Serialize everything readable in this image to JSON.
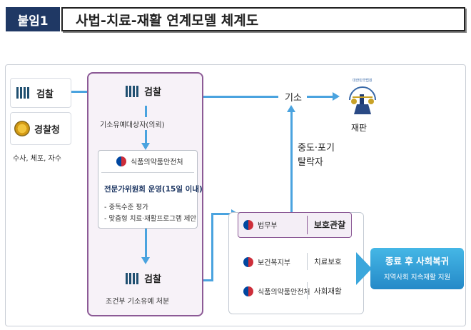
{
  "header": {
    "tag": "붙임1",
    "title": "사법-치료-재활 연계모델 체계도"
  },
  "left": {
    "prosecution": "검찰",
    "police": "경찰청",
    "actions": "수사, 체포, 자수"
  },
  "center": {
    "prosecution_top": "검찰",
    "referral": "기소유예대상자(의뢰)",
    "mfds": "식품의약품안전처",
    "committee": "전문가위원회 운영(15일 이내)",
    "bullets": [
      "- 중독수준 평가",
      "- 맞춤형 치료·재활프로그램 제안"
    ],
    "prosecution_bottom": "검찰",
    "disposition": "조건부 기소유예 처분"
  },
  "top_right": {
    "indictment": "기소",
    "trial": "재판",
    "court_emblem_text": "대한민국법원"
  },
  "dropout": {
    "line1": "중도·포기",
    "line2": "탈락자"
  },
  "bottom_panel": {
    "moj": "법무부",
    "probation": "보호관찰",
    "mohw": "보건복지부",
    "treatment": "치료보호",
    "mfds": "식품의약품안전처",
    "rehab": "사회재활"
  },
  "result": {
    "title": "종료 후 사회복귀",
    "subtitle": "지역사회 지속재활 지원"
  },
  "colors": {
    "navy": "#1f3864",
    "purple": "#8c5a96",
    "blue": "#4aa3df"
  }
}
